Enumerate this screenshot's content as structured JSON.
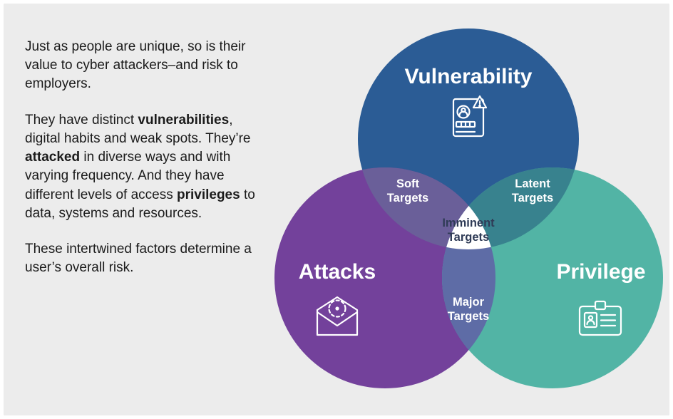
{
  "intro": {
    "p1": "Just as people are unique, so is their value to cyber attackers–and risk to employers.",
    "p2": {
      "s1": "They have distinct ",
      "b1": "vulnerabilities",
      "s2": ", digital habits and weak spots. They’re ",
      "b2": "attacked",
      "s3": " in diverse ways and with varying frequency. And they have different levels of access ",
      "b3": "privileges",
      "s4": " to data, systems and resources."
    },
    "p3": "These intertwined factors determine a user’s overall risk."
  },
  "venn": {
    "circles": {
      "vulnerability": {
        "label": "Vulnerability",
        "color": "#2b5c95"
      },
      "attacks": {
        "label": "Attacks",
        "color": "#73419b"
      },
      "privilege": {
        "label": "Privilege",
        "color": "#52b4a5"
      }
    },
    "overlaps": {
      "soft": {
        "line1": "Soft",
        "line2": "Targets",
        "color": "#6a5f99"
      },
      "latent": {
        "line1": "Latent",
        "line2": "Targets",
        "color": "#38828e"
      },
      "major": {
        "line1": "Major",
        "line2": "Targets",
        "color": "#5e6ca6"
      },
      "imminent": {
        "line1": "Imminent",
        "line2": "Targets",
        "color": "#ffffff",
        "text_color": "#2f3b56"
      }
    },
    "icons": {
      "vulnerability": "user-document-warning-icon",
      "attacks": "envelope-target-icon",
      "privilege": "id-badge-icon"
    }
  }
}
